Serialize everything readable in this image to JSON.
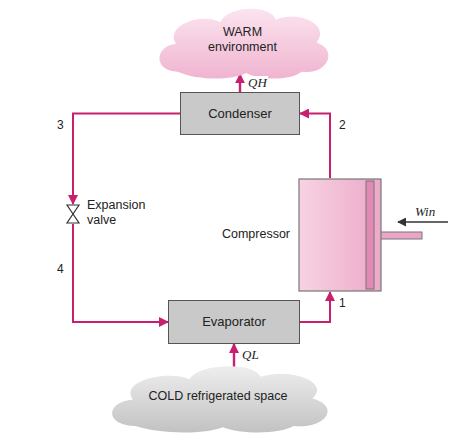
{
  "diagram": {
    "nodes": [
      {
        "text": [
          "WARM environment"
        ]
      },
      {
        "text": [
          "Condenser"
        ]
      },
      {
        "text": [
          "Expansion valve"
        ]
      },
      {
        "text": [
          "Compressor"
        ]
      },
      {
        "text": [
          "Evaporator"
        ]
      },
      {
        "text": [
          "COLD refrigerated space"
        ]
      }
    ],
    "edges": [
      {
        "from": 1,
        "to": 0,
        "label": "QH",
        "arrow": "to"
      },
      {
        "from": 1,
        "to": 2,
        "arrow": "to"
      },
      {
        "from": 2,
        "to": 4,
        "arrow": "to"
      },
      {
        "from": 4,
        "to": 3,
        "arrow": "to"
      },
      {
        "from": 3,
        "to": 1,
        "arrow": "to"
      },
      {
        "from": 5,
        "to": 4,
        "label": "QL",
        "arrow": "to"
      }
    ],
    "labels": [
      "3",
      "2",
      "4",
      "1",
      "Win"
    ]
  }
}
